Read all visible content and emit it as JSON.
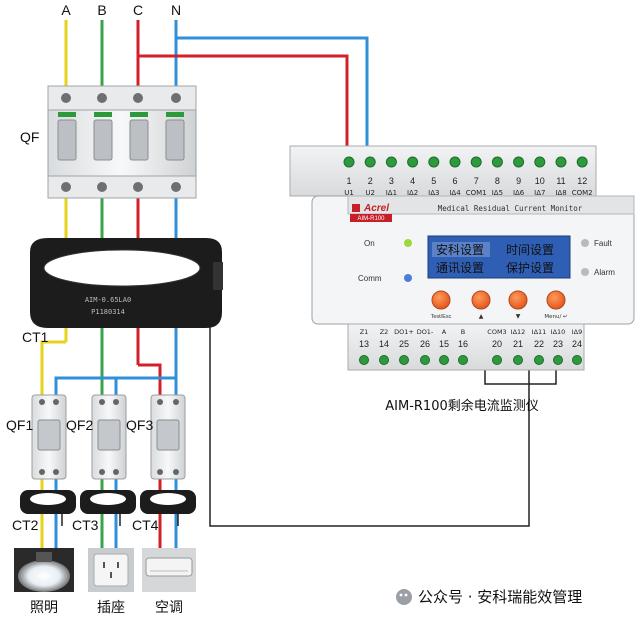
{
  "phases": [
    "A",
    "B",
    "C",
    "N"
  ],
  "colors": {
    "phase_a": "#e6d21a",
    "phase_b": "#37a34a",
    "phase_c": "#d2202a",
    "neutral": "#2f8fd8",
    "signal": "#222222",
    "lcd_bg": "#2f5fb4",
    "lcd_text": "#cfe3ff",
    "key": "#f06a2a"
  },
  "breaker_main_label": "QF",
  "ct_main_label": "CT1",
  "ct_main_marks": [
    "AIM-0.65LA0",
    "P1180314"
  ],
  "branch_breakers": [
    "QF1",
    "QF2",
    "QF3"
  ],
  "branch_cts": [
    "CT2",
    "CT3",
    "CT4"
  ],
  "loads": [
    "照明",
    "插座",
    "空调"
  ],
  "device": {
    "brand": "Acrel",
    "model_mark": "AIM-R100",
    "title": "Medical Residual Current Monitor",
    "top_terminals": [
      "1",
      "2",
      "3",
      "4",
      "5",
      "6",
      "7",
      "8",
      "9",
      "10",
      "11",
      "12"
    ],
    "top_labels": [
      "U1",
      "U2",
      "IΔ1",
      "IΔ2",
      "IΔ3",
      "IΔ4",
      "COM1",
      "IΔ5",
      "IΔ6",
      "IΔ7",
      "IΔ8",
      "COM2"
    ],
    "bottom_labels": [
      "Z1",
      "Z2",
      "DO1+",
      "DO1-",
      "A",
      "B",
      "COM3",
      "IΔ12",
      "IΔ11",
      "IΔ10",
      "IΔ9"
    ],
    "bottom_terminals": [
      "13",
      "14",
      "25",
      "26",
      "15",
      "16",
      "20",
      "21",
      "22",
      "23",
      "24"
    ],
    "leds_left": [
      "On",
      "Comm"
    ],
    "leds_right": [
      "Fault",
      "Alarm"
    ],
    "lcd_items": [
      "安科设置",
      "时间设置",
      "通讯设置",
      "保护设置"
    ],
    "key_labels": [
      "Test/Esc",
      "▲",
      "▼",
      "Menu/ ↵"
    ]
  },
  "device_caption": "AIM-R100剩余电流监测仪",
  "watermark": "公众号 · 安科瑞能效管理"
}
